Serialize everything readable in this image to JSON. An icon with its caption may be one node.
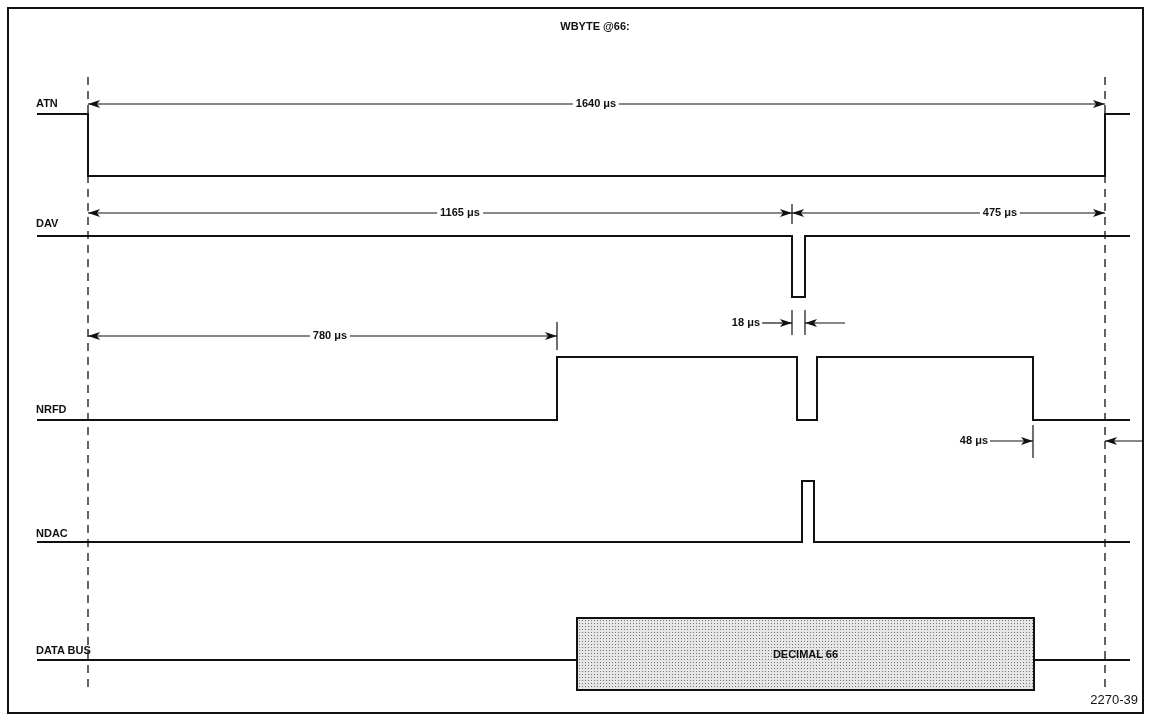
{
  "diagram": {
    "title": "WBYTE @66:",
    "nodes": [
      {
        "text": [
          "DECIMAL 66"
        ]
      }
    ],
    "edges": [],
    "labels": [
      "ATN",
      "1640 μs",
      "DAV",
      "1165 μs",
      "475 μs",
      "18 μs",
      "780 μs",
      "NRFD",
      "48 μs",
      "NDAC",
      "DATA BUS",
      "2270-39"
    ]
  }
}
